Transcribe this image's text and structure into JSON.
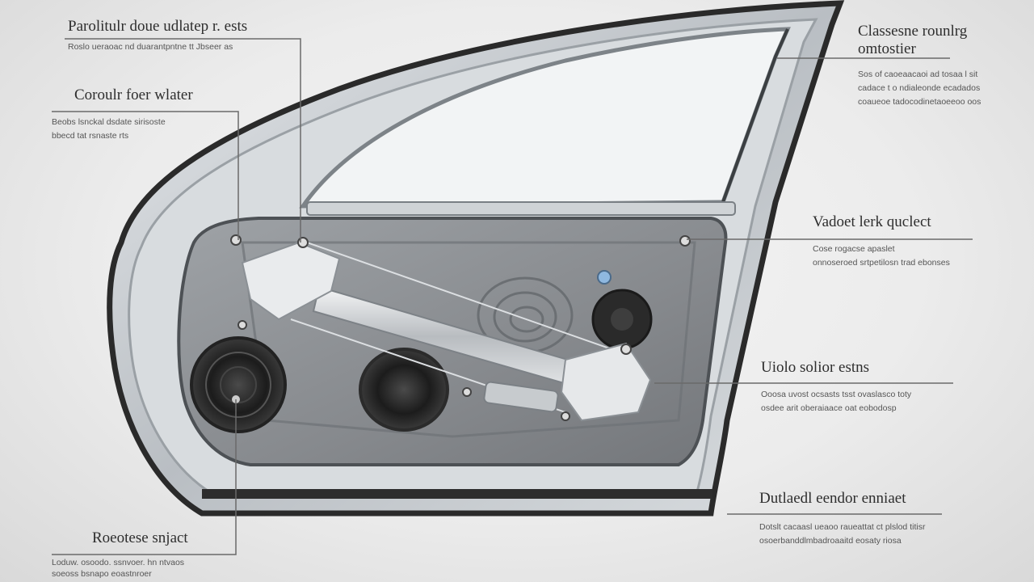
{
  "callouts": [
    {
      "id": "top-left",
      "title": "Parolitulr doue udlatep r. ests",
      "desc": "Roslo ueraoac nd duarantpntne tt Jbseer as"
    },
    {
      "id": "upper-left",
      "title": "Coroulr foer wlater",
      "desc": "Beobs lsnckal dsdate sirisoste\nbbecd tat rsnaste rts"
    },
    {
      "id": "bottom-left",
      "title": "Roeotese snjact",
      "desc": "Loduw. osoodo. ssnvoer. hn ntvaos\nsoeoss bsnapo eoastnroer"
    },
    {
      "id": "top-right",
      "title": "Classesne rounlrg\nomtostier",
      "desc": "Sos of caoeaacaoi ad tosaa l sit\ncadace t o ndialeonde ecadados\ncoaueoe tadocodinetaoeeoo oos"
    },
    {
      "id": "mid-right-1",
      "title": "Vadoet lerk quclect",
      "desc": "Cose rogacse apaslet\nonnoseroed srtpetilosn trad ebonses"
    },
    {
      "id": "mid-right-2",
      "title": "Uiolo solior estns",
      "desc": "Ooosa uvost ocsasts tsst ovaslasco toty\nosdee arit oberaiaace oat eobodosp"
    },
    {
      "id": "bottom-right",
      "title": "Dutlaedl eendor enniaet",
      "desc": "Dotslt cacaasl ueaoo raueattat ct plslod titisr\nosoerbanddlmbadroaaitd eosaty riosa"
    }
  ],
  "colors": {
    "frame_outer": "#2a2a2a",
    "frame_metal": "#c9ced2",
    "glass": "#f1f3f4",
    "panel": "#8e9297",
    "panel_dark": "#5f6368",
    "leader": "#6a6a6a",
    "accent_dot": "#8fb8e0"
  }
}
